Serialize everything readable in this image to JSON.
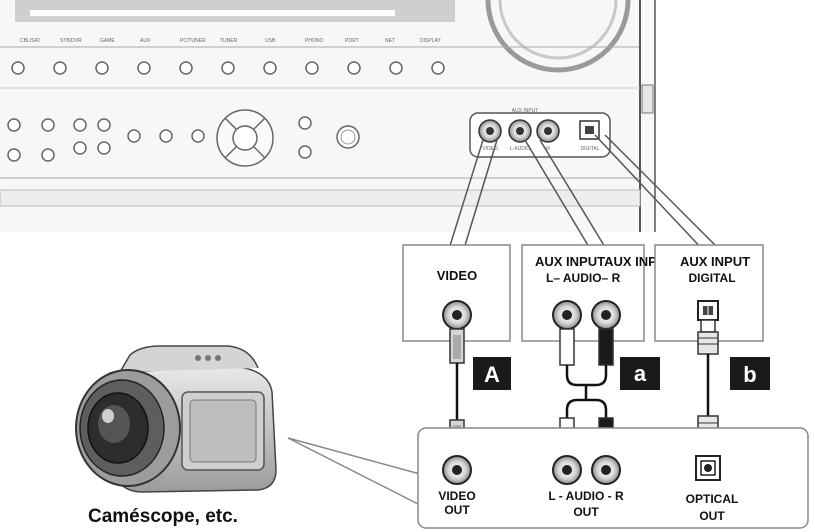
{
  "receiver": {
    "top_button_labels": [
      "CBL/SAT",
      "STB/DVR",
      "GAME",
      "AUX",
      "PC/TUNER",
      "TUNER",
      "USB",
      "PHONO",
      "PORT",
      "NET",
      "DISPLAY"
    ],
    "aux_input_title": "AUX INPUT",
    "aux_jack_labels": [
      "VIDEO",
      "L-AUDIO",
      "R",
      "DIGITAL"
    ]
  },
  "panels": {
    "video_title": "VIDEO",
    "aux_audio_title": "AUX INPUTAUX INPUT",
    "aux_audio_sub": "L– AUDIO– R",
    "aux_digital_title": "AUX INPUT",
    "aux_digital_sub": "DIGITAL"
  },
  "badges": {
    "a_upper": "A",
    "a_lower": "a",
    "b": "b"
  },
  "camcorder": {
    "caption": "Caméscope, etc.",
    "video_out": [
      "VIDEO",
      "OUT"
    ],
    "audio_out": [
      "L - AUDIO - R",
      "OUT"
    ],
    "optical_out": [
      "OPTICAL",
      "OUT"
    ]
  },
  "colors": {
    "badge": "#1a1a1a",
    "line": "#555555",
    "panel_border": "#888888"
  }
}
